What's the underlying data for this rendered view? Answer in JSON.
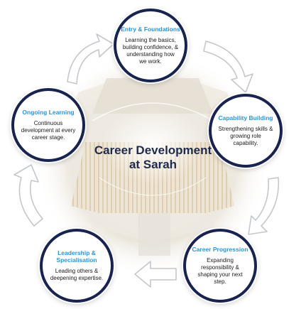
{
  "diagram": {
    "center_title": "Career Development at Sarah",
    "stages": [
      {
        "id": "entry",
        "title": "Entry & Foundations",
        "description": "Learning the basics, building confidence, & understanding how we work."
      },
      {
        "id": "capability",
        "title": "Capability Building",
        "description": "Strengthening skills & growing role capability."
      },
      {
        "id": "progression",
        "title": "Career Progression",
        "description": "Expanding responsibility & shaping your next step."
      },
      {
        "id": "leadership",
        "title": "Leadership & Specialisation",
        "description": "Leading others & deepening expertise."
      },
      {
        "id": "ongoing",
        "title": "Ongoing Learning",
        "description": "Continuous development at every career stage."
      }
    ],
    "colors": {
      "circle_border": "#182350",
      "stage_title": "#2a96d8",
      "center_title": "#1f2b4d",
      "arrow_fill": "#ffffff",
      "arrow_stroke": "#c4c7cc",
      "background_tint": "#e9e3d6"
    },
    "icons": {
      "arrows": "curved-arrow-icon",
      "background": "architectural-ceiling-photo"
    }
  }
}
